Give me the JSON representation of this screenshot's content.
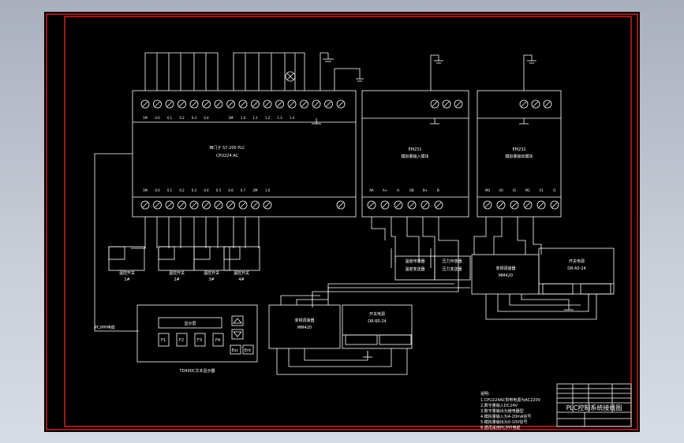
{
  "drawing": {
    "title_block_title": "PLC控制系统接线图",
    "plc": {
      "name": "西门子 S7-200 PLC",
      "model": "CPU224 AC",
      "top_terminals": [
        "1M",
        "0.0",
        "0.1",
        "0.2",
        "0.3",
        "0.4",
        "2M",
        "1.0",
        "1.1",
        "1.2",
        "1.3",
        "1.4"
      ],
      "bottom_terminals": [
        "1M",
        "0.0",
        "0.1",
        "0.2",
        "0.3",
        "0.4",
        "0.5",
        "0.6",
        "0.7",
        "2M",
        "1.0"
      ]
    },
    "analog_input_module": {
      "name": "EM231",
      "desc": "模拟量输入模块",
      "bottom_terminals": [
        "RA",
        "A+",
        "A-",
        "RB",
        "B+",
        "B-"
      ]
    },
    "analog_output_module": {
      "name": "EM232",
      "desc": "模拟量输出模块",
      "bottom_terminals": [
        "M0",
        "V0",
        "I0",
        "M1",
        "V1",
        "I1"
      ]
    },
    "sensor_boxes": [
      {
        "line1": "温度传感器",
        "line2": "温度变送器"
      },
      {
        "line1": "压力传感器",
        "line2": "压力变送器"
      }
    ],
    "field_devices": [
      {
        "line1": "温控开关",
        "line2": "1#"
      },
      {
        "line1": "温控开关",
        "line2": "2#"
      },
      {
        "line1": "温控开关",
        "line2": "3#"
      },
      {
        "line1": "温控开关",
        "line2": "4#"
      }
    ],
    "hmi": {
      "title": "显示屏",
      "keys": [
        "F1",
        "F2",
        "F3",
        "F4",
        "Esc",
        "Ent"
      ],
      "caption": "TD400C文本显示器",
      "cable_label": "PC/PPI电缆"
    },
    "power_supplies": [
      {
        "line1": "开关电源",
        "line2": "DR-60-24"
      },
      {
        "line1": "开关电源",
        "line2": "DR-60-24"
      }
    ],
    "controllers": [
      {
        "line1": "变频调速器",
        "line2": "MM420"
      },
      {
        "line1": "变频调速器",
        "line2": "MM420"
      }
    ],
    "notes": {
      "heading": "说明:",
      "lines": [
        "1.CPU224AC供电电源为AC220V",
        "2.数字量输入DC24V",
        "3.数字量输出为继电器型",
        "4.模拟量输入为4-20mA信号",
        "5.模拟量输出为0-10V信号",
        "6.通讯采用PC/PPI电缆"
      ]
    },
    "colors": {
      "sheet": "#000000",
      "frame": "#ff0000",
      "lines": "#ffffff"
    }
  }
}
